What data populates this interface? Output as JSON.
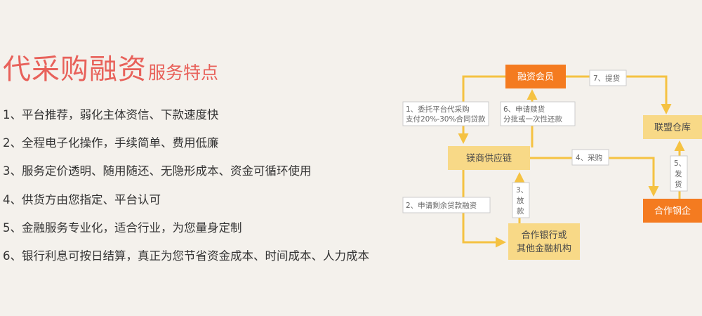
{
  "title": {
    "main": "代采购融资",
    "sub": "服务特点"
  },
  "features": [
    "1、平台推荐，弱化主体资信、下款速度快",
    "2、全程电子化操作，手续简单、费用低廉",
    "3、服务定价透明、随用随还、无隐形成本、资金可循环使用",
    "4、供货方由您指定、平台认可",
    "5、金融服务专业化，适合行业，为您量身定制",
    "6、银行利息可按日结算，真正为您节省资金成本、时间成本、人力成本"
  ],
  "diagram": {
    "nodes": {
      "member": "融资会员",
      "supply_chain": "镁商供应链",
      "warehouse": "联盟仓库",
      "steel": "合作钢企",
      "bank_line1": "合作银行或",
      "bank_line2": "其他金融机构"
    },
    "edges": {
      "e1_line1": "1、委托平台代采购",
      "e1_line2": "支付20%-30%合同贷款",
      "e6_line1": "6、申请赎货",
      "e6_line2": "分批或一次性还款",
      "e7": "7、提货",
      "e4": "4、采购",
      "e2": "2、申请剩余贷款融资",
      "e3_line1": "3、",
      "e3_line2": "放",
      "e3_line3": "款",
      "e5_line1": "5、",
      "e5_line2": "发",
      "e5_line3": "货"
    },
    "colors": {
      "arrow": "#f5c242",
      "node_yellow": "#f8d987",
      "node_orange": "#f47b20",
      "label_border": "#cccccc",
      "label_bg": "#ffffff"
    }
  }
}
